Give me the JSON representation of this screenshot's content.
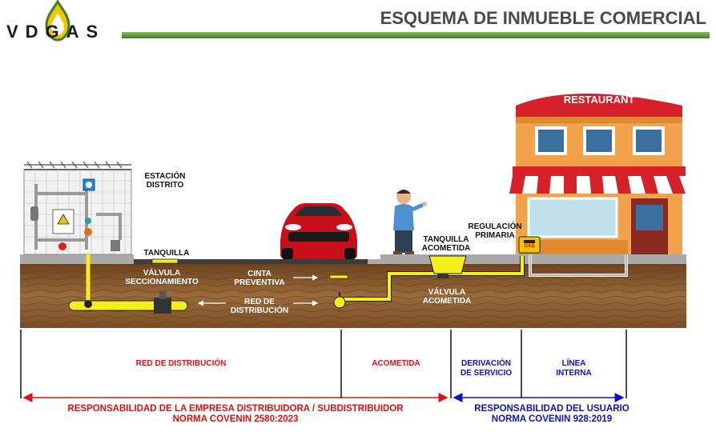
{
  "header": {
    "logo_text": "VDGAS",
    "title": "ESQUEMA DE INMUEBLE COMERCIAL"
  },
  "colors": {
    "brand_green": "#3f7d2a",
    "gas_pipe_yellow": "#f5ee1e",
    "company_red": "#e01010",
    "user_blue": "#1010c0",
    "soil_brown": "#8a5a2e"
  },
  "labels": {
    "estacion_distrito": "ESTACIÓN\nDISTRITO",
    "tanquilla": "TANQUILLA",
    "valvula_seccionamiento": "VÁLVULA\nSECCIONAMIENTO",
    "cinta_preventiva": "CINTA\nPREVENTIVA",
    "red_de_distribucion": "RED DE\nDISTRIBUCIÓN",
    "tanquilla_acometida": "TANQUILLA\nACOMETIDA",
    "valvula_acometida": "VÁLVULA\nACOMETIDA",
    "regulacion_primaria": "REGULACIÓN\nPRIMARIA",
    "restaurant_sign": "RESTAURANT",
    "gas_tag": "GAS"
  },
  "zones": [
    {
      "text": "RED DE DISTRIBUCIÓN"
    },
    {
      "text": "ACOMETIDA"
    },
    {
      "text": "DERIVACIÓN\nDE SERVICIO"
    },
    {
      "text": "LÍNEA\nINTERNA"
    }
  ],
  "responsibility": {
    "company": "RESPONSABILIDAD DE LA EMPRESA DISTRIBUIDORA / SUBDISTRIBUIDOR\nNORMA COVENIN 2580:2023",
    "user": "RESPONSABILIDAD DEL USUARIO\nNORMA COVENIN 928:2019"
  }
}
